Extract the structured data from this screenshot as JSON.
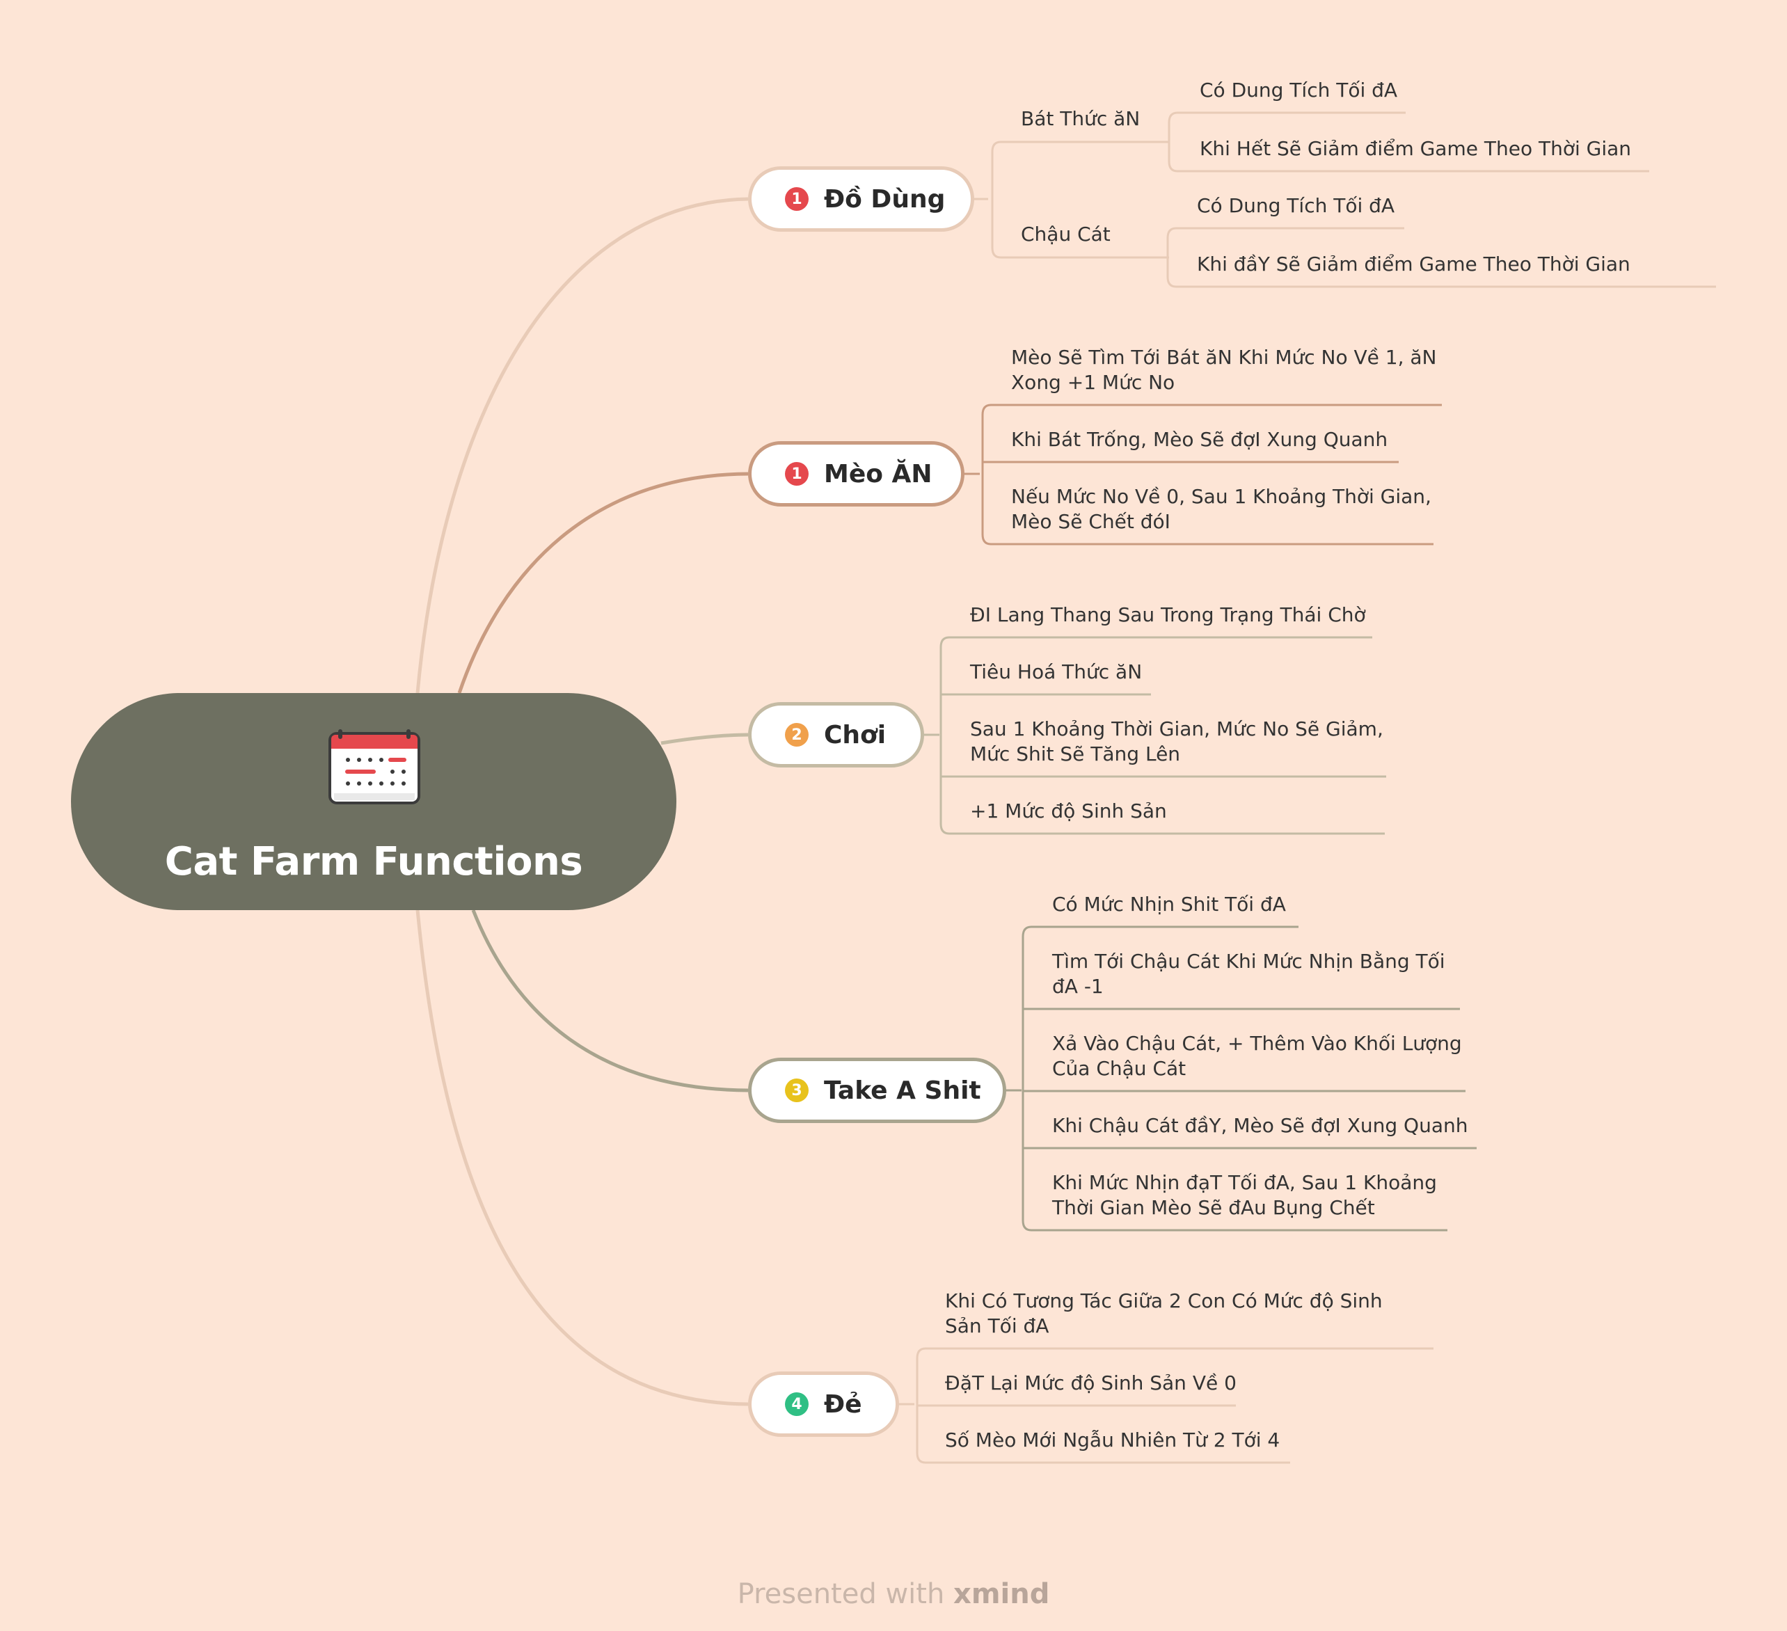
{
  "central": {
    "title": "Cat Farm Functions",
    "icon": "calendar-icon"
  },
  "branches": [
    {
      "label": "Đồ Dùng",
      "marker": "1",
      "marker_color": "#e5484d",
      "color": "#e8cbb7",
      "groups": [
        {
          "label": "Bát Thức ăN",
          "items": [
            "Có Dung Tích Tối đA",
            "Khi Hết Sẽ Giảm điểm Game Theo Thời Gian"
          ]
        },
        {
          "label": "Chậu Cát",
          "items": [
            "Có Dung Tích Tối đA",
            "Khi đầY Sẽ Giảm điểm Game Theo Thời Gian"
          ]
        }
      ]
    },
    {
      "label": "Mèo ĂN",
      "marker": "1",
      "marker_color": "#e5484d",
      "color": "#c99b80",
      "items": [
        [
          "Mèo Sẽ Tìm Tới Bát ăN Khi Mức No Về 1,  ăN",
          "Xong +1 Mức No"
        ],
        [
          "Khi Bát Trống, Mèo Sẽ đợI Xung Quanh"
        ],
        [
          "Nếu Mức No Về 0, Sau 1 Khoảng Thời Gian,",
          "Mèo Sẽ Chết đóI"
        ]
      ]
    },
    {
      "label": "Chơi",
      "marker": "2",
      "marker_color": "#f0a04b",
      "color": "#c4bba4",
      "items": [
        [
          "ĐI Lang Thang Sau Trong Trạng Thái Chờ"
        ],
        [
          "Tiêu Hoá Thức ăN"
        ],
        [
          "Sau 1 Khoảng Thời Gian, Mức No Sẽ Giảm,",
          "Mức Shit Sẽ Tăng Lên"
        ],
        [
          "+1 Mức độ Sinh Sản"
        ]
      ]
    },
    {
      "label": "Take A Shit",
      "marker": "3",
      "marker_color": "#e8c21c",
      "color": "#a8a48e",
      "items": [
        [
          "Có Mức Nhịn Shit Tối đA"
        ],
        [
          "Tìm Tới Chậu Cát Khi Mức Nhịn Bằng Tối",
          "đA -1"
        ],
        [
          "Xả Vào Chậu Cát, + Thêm Vào Khối Lượng",
          "Của Chậu Cát"
        ],
        [
          "Khi Chậu Cát đầY, Mèo Sẽ đợI Xung Quanh"
        ],
        [
          "Khi Mức Nhịn đạT Tối đA, Sau 1 Khoảng",
          "Thời Gian Mèo Sẽ đAu Bụng Chết"
        ]
      ]
    },
    {
      "label": "Đẻ",
      "marker": "4",
      "marker_color": "#2fbf84",
      "color": "#e8cbb7",
      "items": [
        [
          "Khi Có Tương Tác Giữa 2 Con Có Mức độ Sinh",
          "Sản Tối đA"
        ],
        [
          "ĐặT Lại Mức độ Sinh Sản Về 0"
        ],
        [
          "Số Mèo Mới Ngẫu Nhiên Từ 2 Tới  4"
        ]
      ]
    }
  ],
  "footer": {
    "prefix": "Presented with ",
    "brand": "xmind"
  }
}
